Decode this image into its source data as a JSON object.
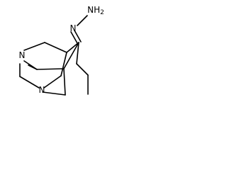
{
  "molecule": {
    "atom_labels": {
      "hydrazone_n_terminal": "H",
      "hydrazone_n_terminal_sub": "2",
      "hydrazone_n_terminal_n": "N",
      "hydrazone_n_inner": "N",
      "ring_n_upper": "N",
      "ring_n_lower": "N"
    },
    "colors": {
      "bond": "#000000",
      "text": "#000000",
      "background": "#ffffff"
    }
  }
}
